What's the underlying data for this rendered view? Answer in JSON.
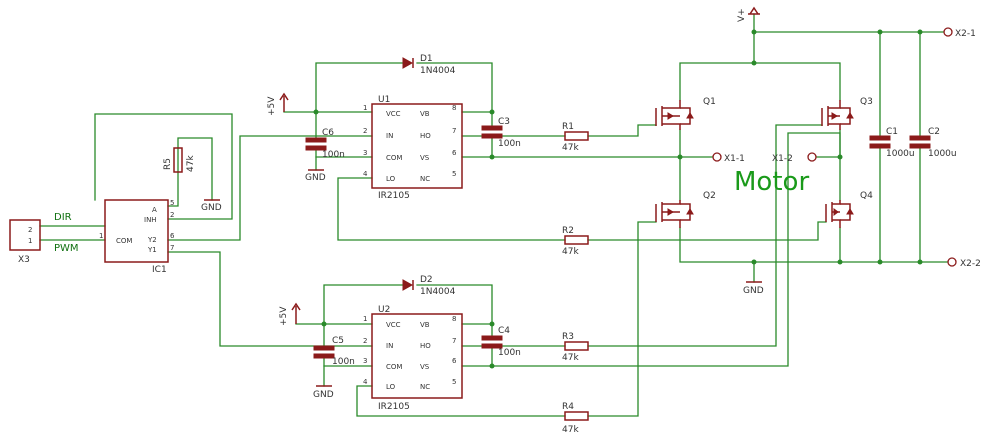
{
  "connectors": {
    "x3": {
      "ref": "X3",
      "pin_top": "2",
      "pin_bottom": "1"
    },
    "x1_1": "X1-1",
    "x1_2": "X1-2",
    "x2_1": "X2-1",
    "x2_2": "X2-2"
  },
  "nets": {
    "dir": "DIR",
    "pwm": "PWM",
    "motor": "Motor",
    "gnd": "GND",
    "v5": "+5V",
    "vplus": "V+"
  },
  "ic1": {
    "ref": "IC1",
    "pins": {
      "a": "A",
      "inh": "INH",
      "com": "COM",
      "y2": "Y2",
      "y1": "Y1"
    },
    "pin_numbers": {
      "a": "5",
      "inh": "2",
      "com": "1",
      "y2": "6",
      "y1": "7"
    }
  },
  "driver_pins": {
    "vcc": "VCC",
    "in": "IN",
    "com": "COM",
    "lo": "LO",
    "vb": "VB",
    "ho": "HO",
    "vs": "VS",
    "nc": "NC",
    "n1": "1",
    "n2": "2",
    "n3": "3",
    "n4": "4",
    "n8": "8",
    "n7": "7",
    "n6": "6",
    "n5": "5"
  },
  "u1": {
    "ref": "U1",
    "part": "IR2105"
  },
  "u2": {
    "ref": "U2",
    "part": "IR2105"
  },
  "d1": {
    "ref": "D1",
    "value": "1N4004"
  },
  "d2": {
    "ref": "D2",
    "value": "1N4004"
  },
  "r1": {
    "ref": "R1",
    "value": "47k"
  },
  "r2": {
    "ref": "R2",
    "value": "47k"
  },
  "r3": {
    "ref": "R3",
    "value": "47k"
  },
  "r4": {
    "ref": "R4",
    "value": "47k"
  },
  "r5": {
    "ref": "R5",
    "value": "47k"
  },
  "c1": {
    "ref": "C1",
    "value": "1000u"
  },
  "c2": {
    "ref": "C2",
    "value": "1000u"
  },
  "c3": {
    "ref": "C3",
    "value": "100n"
  },
  "c4": {
    "ref": "C4",
    "value": "100n"
  },
  "c5": {
    "ref": "C5",
    "value": "100n"
  },
  "c6": {
    "ref": "C6",
    "value": "100n"
  },
  "q1": {
    "ref": "Q1"
  },
  "q2": {
    "ref": "Q2"
  },
  "q3": {
    "ref": "Q3"
  },
  "q4": {
    "ref": "Q4"
  },
  "colors": {
    "wire": "#2a8a2a",
    "component": "#8b1a1a",
    "net_label": "#107010",
    "text": "#333333"
  }
}
